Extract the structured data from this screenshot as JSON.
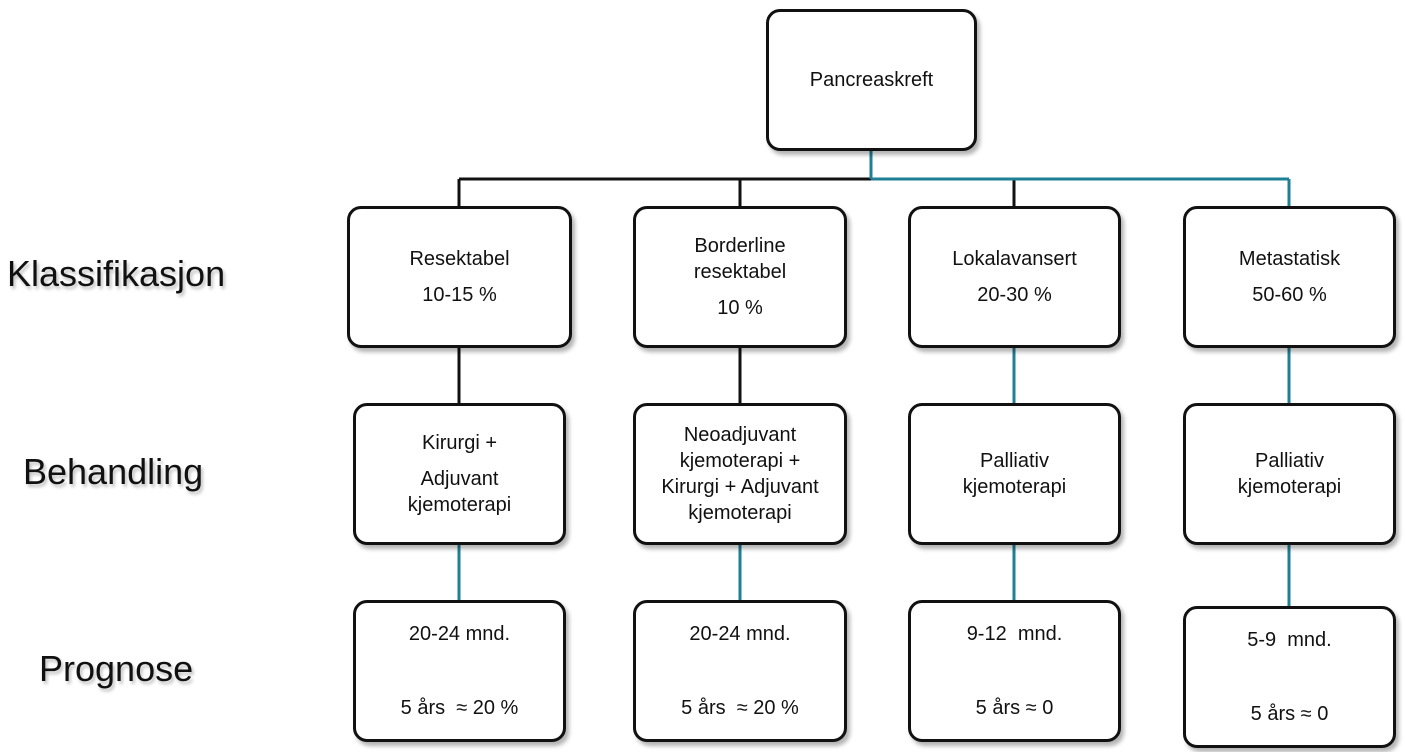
{
  "root": {
    "label": "Pancreaskreft"
  },
  "colors": {
    "black_line": "#111111",
    "teal_line": "#1f7f94"
  },
  "row_labels": {
    "classification": "Klassifikasjon",
    "treatment": "Behandling",
    "prognosis": "Prognose"
  },
  "columns": [
    {
      "classification": {
        "name_lines": [
          "Resektabel"
        ],
        "percent": "10-15 %"
      },
      "treatment_lines": [
        "Kirurgi +",
        "Adjuvant",
        "kjemoterapi"
      ],
      "prognosis": {
        "median": "20-24 mnd.",
        "five_year": "5 års  ≈ 20 %"
      }
    },
    {
      "classification": {
        "name_lines": [
          "Borderline",
          "resektabel"
        ],
        "percent": "10 %"
      },
      "treatment_lines": [
        "Neoadjuvant",
        "kjemoterapi +",
        "Kirurgi + Adjuvant",
        "kjemoterapi"
      ],
      "prognosis": {
        "median": "20-24 mnd.",
        "five_year": "5 års  ≈ 20 %"
      }
    },
    {
      "classification": {
        "name_lines": [
          "Lokalavansert"
        ],
        "percent": "20-30 %"
      },
      "treatment_lines": [
        "Palliativ",
        "kjemoterapi"
      ],
      "prognosis": {
        "median": "9-12  mnd.",
        "five_year": "5 års ≈ 0"
      }
    },
    {
      "classification": {
        "name_lines": [
          "Metastatisk"
        ],
        "percent": "50-60 %"
      },
      "treatment_lines": [
        "Palliativ",
        "kjemoterapi"
      ],
      "prognosis": {
        "median": "5-9  mnd.",
        "five_year": "5 års ≈ 0"
      }
    }
  ]
}
